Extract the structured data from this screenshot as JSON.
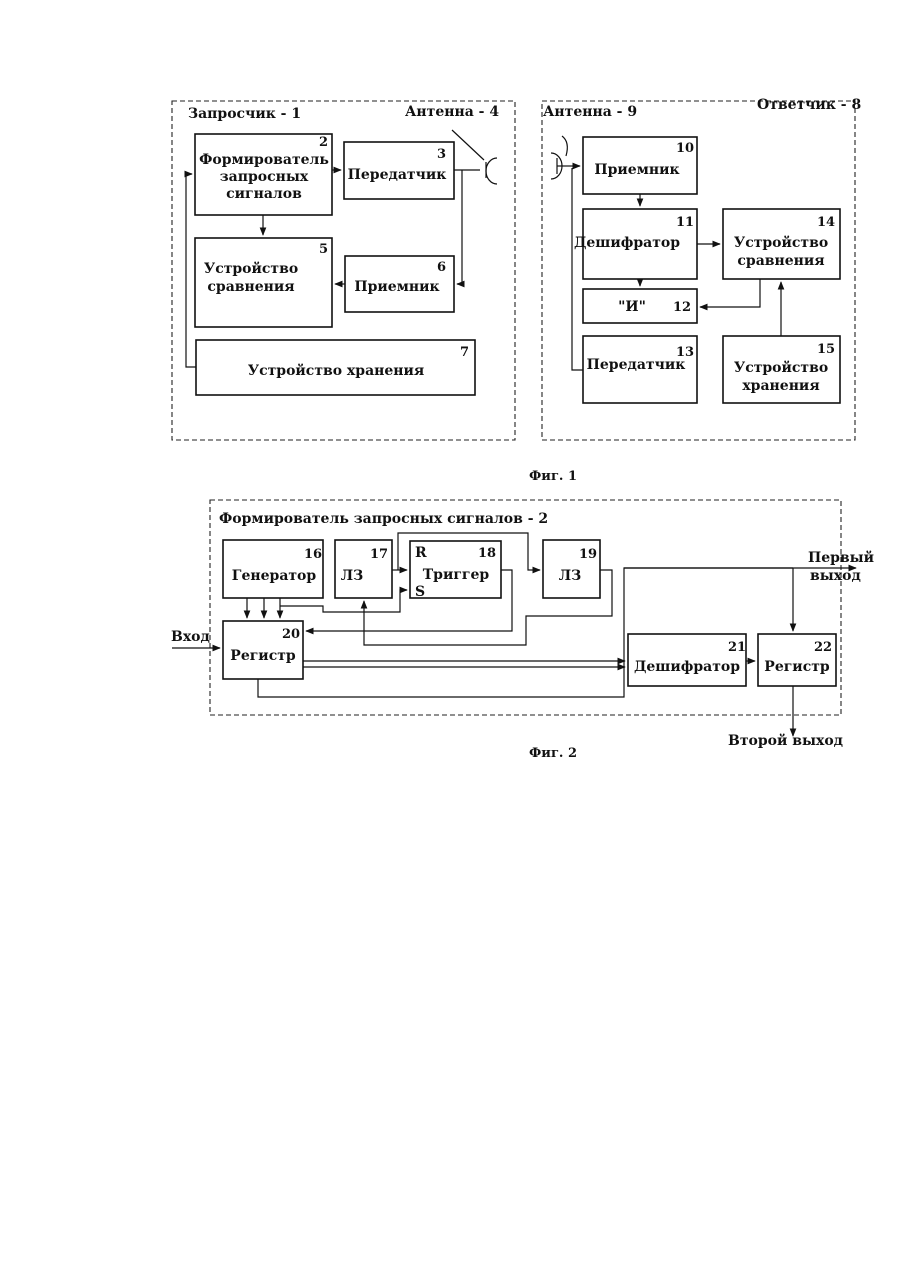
{
  "fig1": {
    "caption": "Фиг. 1",
    "interrogator": {
      "title": "Запросчик - 1",
      "antenna": "Антенна - 4",
      "blocks": [
        {
          "id": "b2",
          "num": "2",
          "lines": [
            "Формирователь",
            "запросных",
            "сигналов"
          ]
        },
        {
          "id": "b3",
          "num": "3",
          "lines": [
            "Передатчик"
          ]
        },
        {
          "id": "b5",
          "num": "5",
          "lines": [
            "Устройство",
            "сравнения"
          ]
        },
        {
          "id": "b6",
          "num": "6",
          "lines": [
            "Приемник"
          ]
        },
        {
          "id": "b7",
          "num": "7",
          "lines": [
            "Устройство хранения"
          ]
        }
      ]
    },
    "responder": {
      "title": "Ответчик - 8",
      "antenna": "Антенна - 9",
      "blocks": [
        {
          "id": "b10",
          "num": "10",
          "lines": [
            "Приемник"
          ]
        },
        {
          "id": "b11",
          "num": "11",
          "lines": [
            "Дешифратор"
          ]
        },
        {
          "id": "b14",
          "num": "14",
          "lines": [
            "Устройство",
            "сравнения"
          ]
        },
        {
          "id": "b12",
          "num": "12",
          "lines": [
            "\"И\""
          ]
        },
        {
          "id": "b13",
          "num": "13",
          "lines": [
            "Передатчик"
          ]
        },
        {
          "id": "b15",
          "num": "15",
          "lines": [
            "Устройство",
            "хранения"
          ]
        }
      ]
    }
  },
  "fig2": {
    "caption": "Фиг. 2",
    "title": "Формирователь запросных сигналов - 2",
    "input_label": "Вход",
    "output1": [
      "Первый",
      "выход"
    ],
    "output2": "Второй выход",
    "blocks": [
      {
        "id": "b16",
        "num": "16",
        "lines": [
          "Генератор"
        ]
      },
      {
        "id": "b17",
        "num": "17",
        "lines": [
          "ЛЗ"
        ]
      },
      {
        "id": "b18",
        "num": "18",
        "lines": [
          "Триггер"
        ],
        "pins": [
          "R",
          "S"
        ]
      },
      {
        "id": "b19",
        "num": "19",
        "lines": [
          "ЛЗ"
        ]
      },
      {
        "id": "b20",
        "num": "20",
        "lines": [
          "Регистр"
        ]
      },
      {
        "id": "b21",
        "num": "21",
        "lines": [
          "Дешифратор"
        ]
      },
      {
        "id": "b22",
        "num": "22",
        "lines": [
          "Регистр"
        ]
      }
    ]
  }
}
